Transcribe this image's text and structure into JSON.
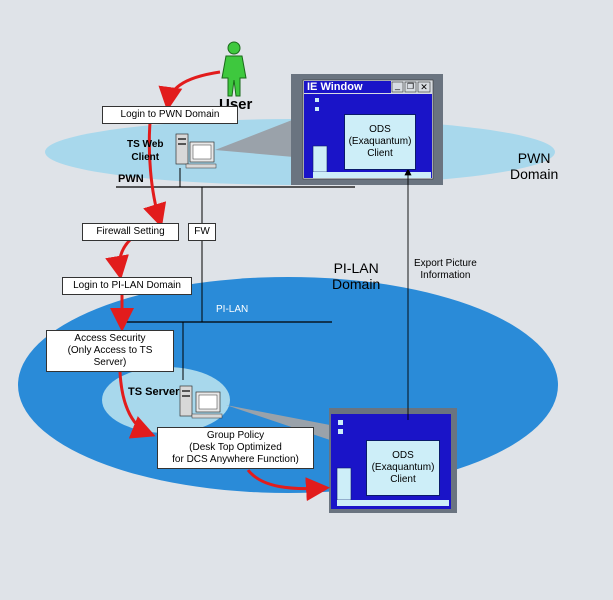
{
  "user": {
    "label": "User"
  },
  "ts_web_client": {
    "label": "TS Web\nClient"
  },
  "pwn": {
    "label": "PWN",
    "domain_label": "PWN\nDomain"
  },
  "pi_lan": {
    "label": "PI-LAN",
    "domain_label": "PI-LAN\nDomain"
  },
  "ts_server": {
    "label": "TS Server"
  },
  "ie_window": {
    "title": "IE Window",
    "ods_label": "ODS\n(Exaquantum)\nClient",
    "btn_min": "_",
    "btn_max": "❐",
    "btn_close": "✕"
  },
  "server_window": {
    "ods_label": "ODS\n(Exaquantum)\nClient"
  },
  "boxes": {
    "login_pwn": "Login to PWN Domain",
    "firewall_setting": "Firewall Setting",
    "fw": "FW",
    "login_pilan": "Login to PI-LAN Domain",
    "access_security": "Access Security\n(Only Access to TS\nServer)",
    "group_policy": "Group Policy\n(Desk Top Optimized\nfor DCS Anywhere Function)"
  },
  "export_label": "Export Picture\nInformation",
  "colors": {
    "pwn_ellipse": "#a8d8ec",
    "pilan_ellipse": "#2a8bd8",
    "ts_server_ellipse": "#a8d8ec",
    "window_frame": "#6a7480",
    "window_inner": "#1a14c8",
    "arrow_red": "#e21c1c",
    "user_green": "#3ec83e"
  }
}
